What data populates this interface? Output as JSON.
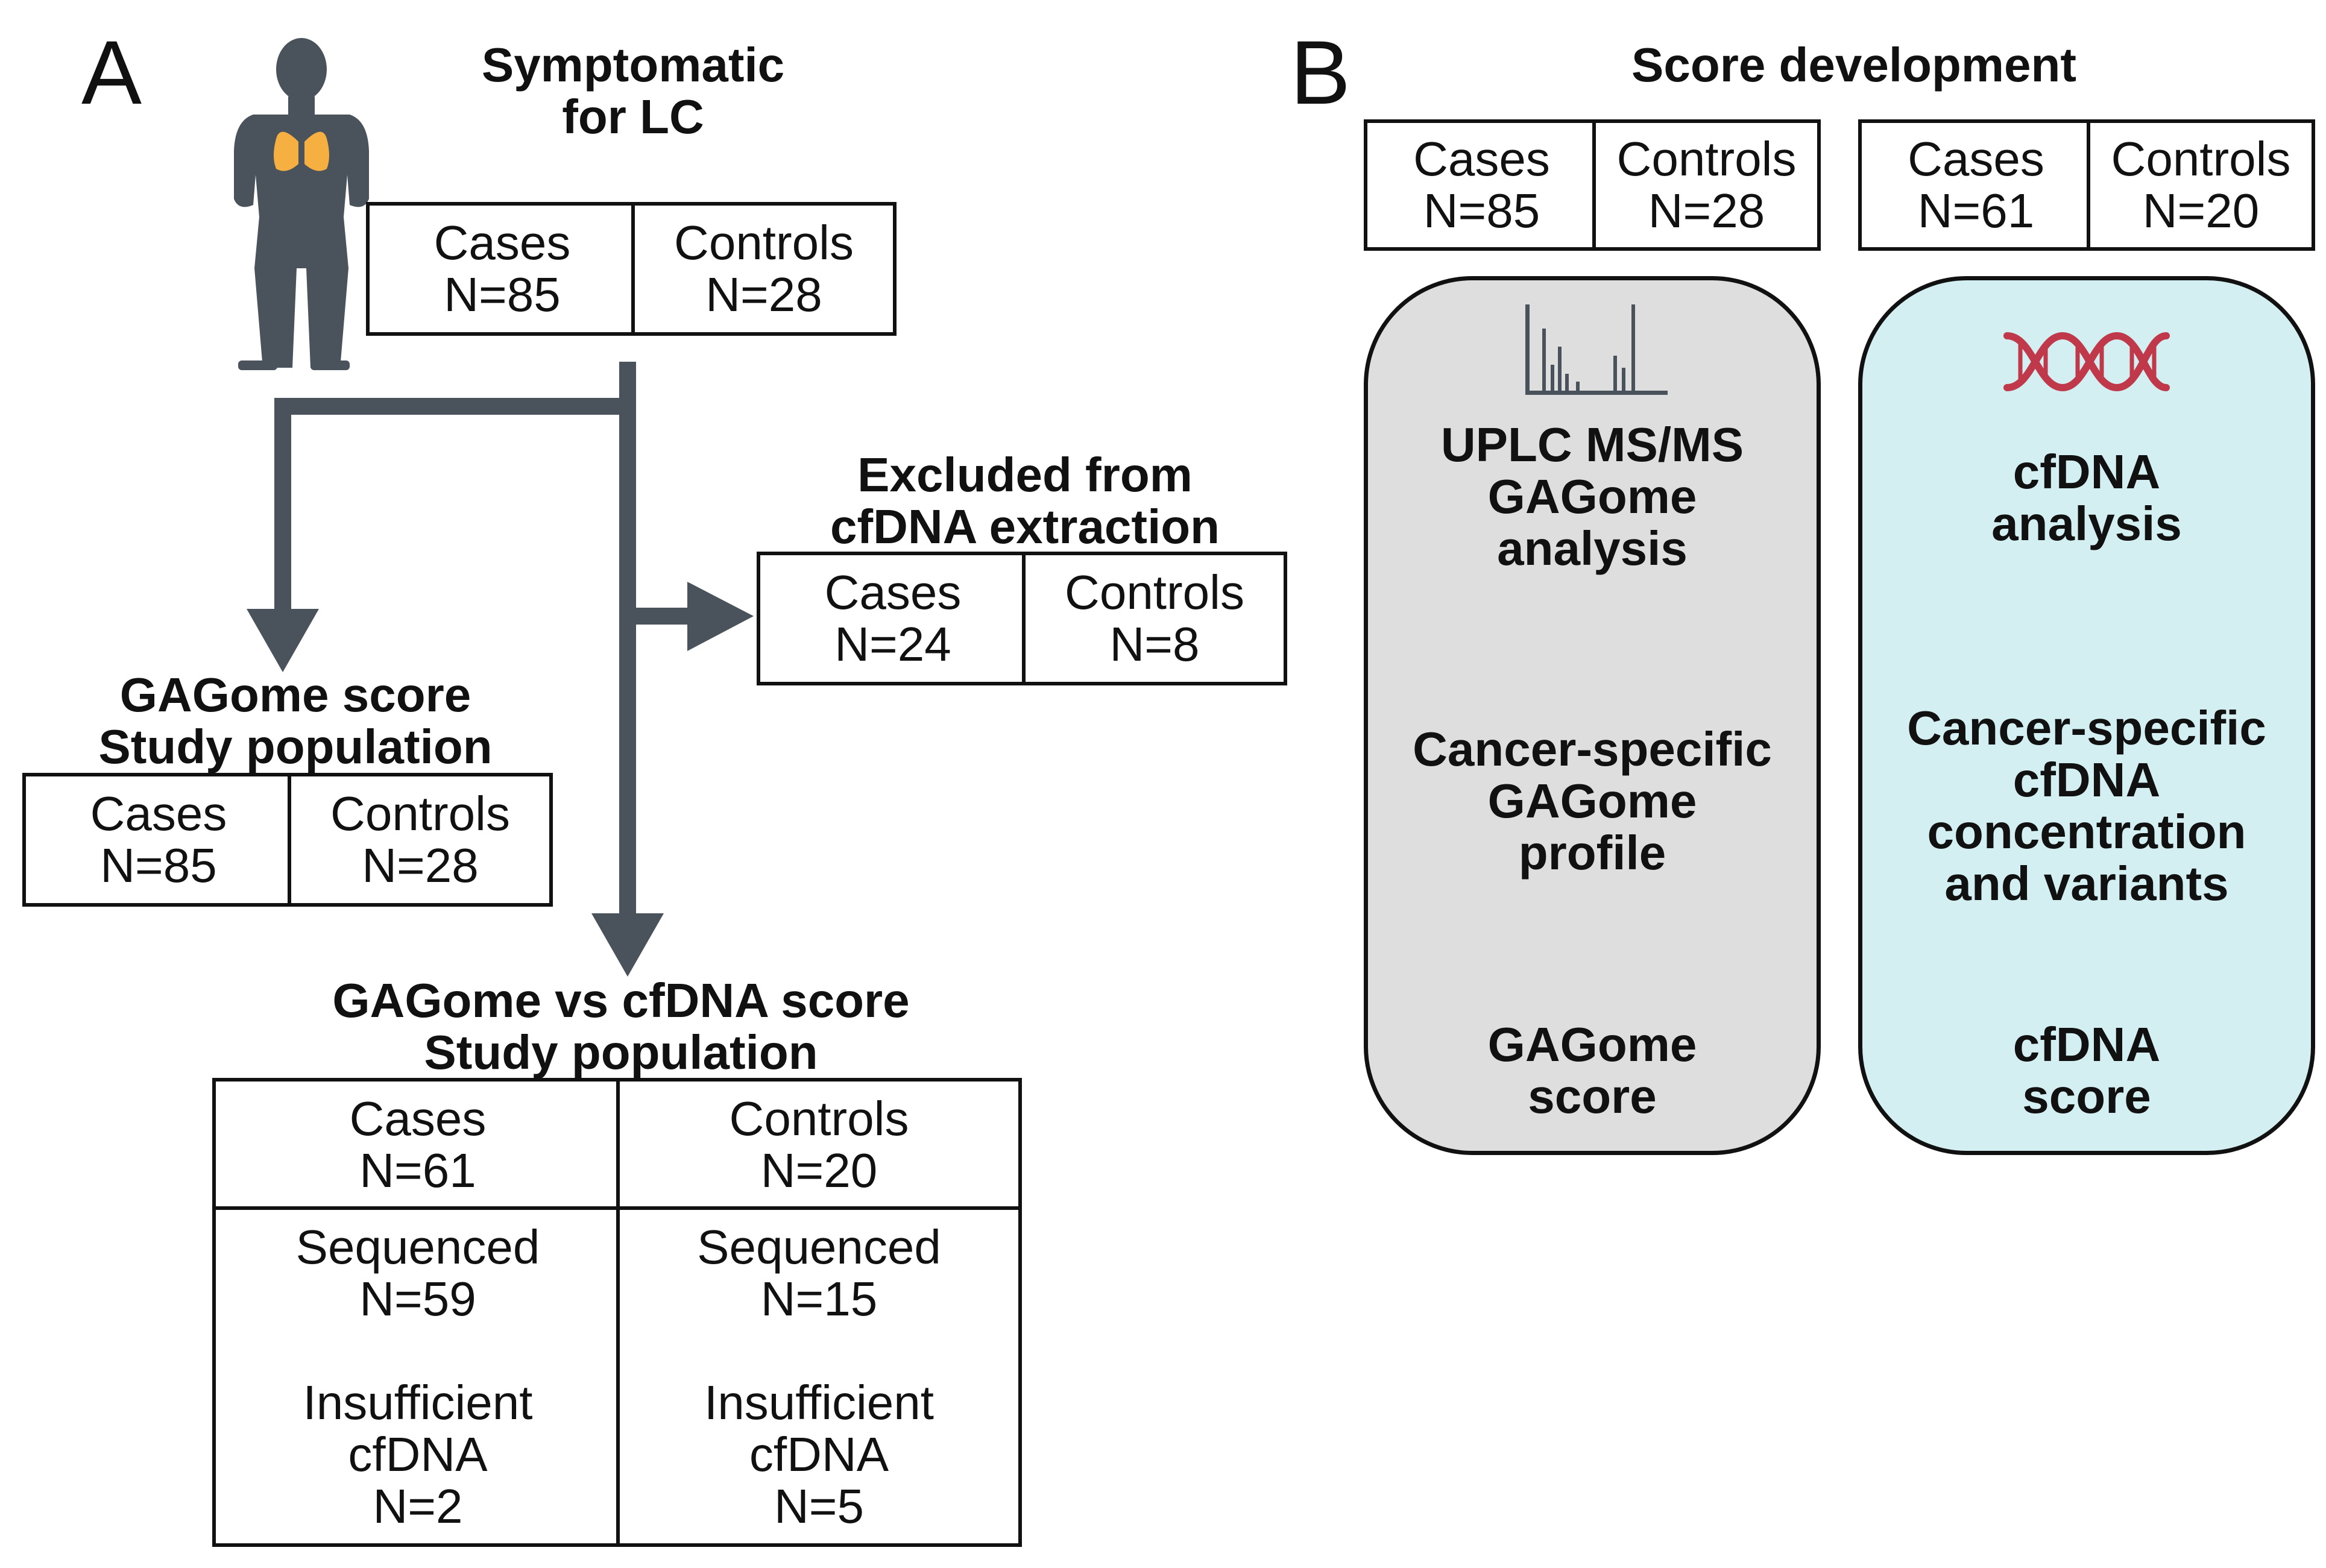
{
  "panel_a": {
    "letter": "A",
    "top_title": [
      "Symptomatic",
      "for LC"
    ],
    "top_box": {
      "left": [
        "Cases",
        "N=85"
      ],
      "right": [
        "Controls",
        "N=28"
      ]
    },
    "excluded": {
      "title": [
        "Excluded from",
        "cfDNA extraction"
      ],
      "left": [
        "Cases",
        "N=24"
      ],
      "right": [
        "Controls",
        "N=8"
      ]
    },
    "gagome_pop": {
      "title": [
        "GAGome score",
        "Study population"
      ],
      "left": [
        "Cases",
        "N=85"
      ],
      "right": [
        "Controls",
        "N=28"
      ]
    },
    "vs_pop": {
      "title": [
        "GAGome vs cfDNA score",
        "Study population"
      ],
      "row1_left": [
        "Cases",
        "N=61"
      ],
      "row1_right": [
        "Controls",
        "N=20"
      ],
      "row2_left": [
        "Sequenced",
        "N=59",
        "",
        "Insufficient",
        "cfDNA",
        "N=2"
      ],
      "row2_right": [
        "Sequenced",
        "N=15",
        "",
        "Insufficient",
        "cfDNA",
        "N=5"
      ]
    }
  },
  "panel_b": {
    "letter": "B",
    "title": "Score development",
    "box_left": {
      "left": [
        "Cases",
        "N=85"
      ],
      "right": [
        "Controls",
        "N=28"
      ]
    },
    "box_right": {
      "left": [
        "Cases",
        "N=61"
      ],
      "right": [
        "Controls",
        "N=20"
      ]
    },
    "gagome_pill": {
      "step1": [
        "UPLC MS/MS",
        "GAGome",
        "analysis"
      ],
      "step2": [
        "Cancer-specific",
        "GAGome",
        "profile"
      ],
      "step3": [
        "GAGome",
        "score"
      ]
    },
    "cfdna_pill": {
      "step1": [
        "cfDNA",
        "analysis"
      ],
      "step2": [
        "Cancer-specific",
        "cfDNA",
        "concentration",
        "and variants"
      ],
      "step3": [
        "cfDNA",
        "score"
      ]
    }
  },
  "colors": {
    "arrow": "#4a535c",
    "person": "#4a535c",
    "lungs": "#f5b041",
    "gagome_pill_fill": "#dedede",
    "cfdna_pill_fill": "#d4eff2",
    "dna": "#c0394b"
  },
  "icons": {
    "person": "person-silhouette-icon",
    "spectrum": "mass-spectrum-icon",
    "dna": "dna-helix-icon"
  }
}
